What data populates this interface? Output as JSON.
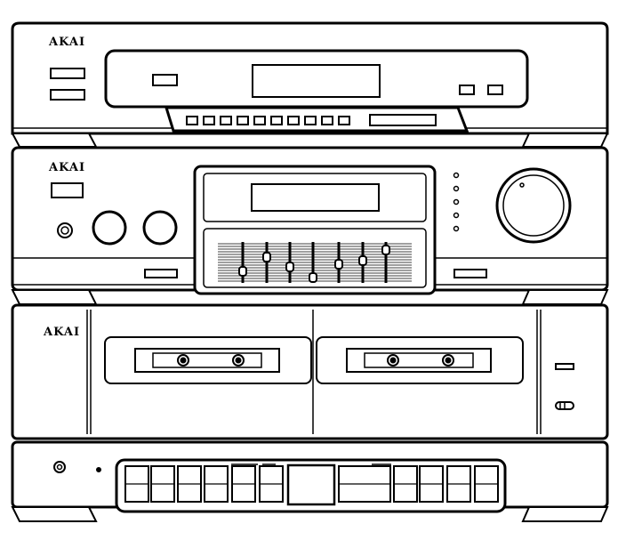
{
  "tuner": {
    "brand": "AKAI"
  },
  "amplifier": {
    "brand": "AKAI"
  },
  "cassette_deck": {
    "brand": "AKAI"
  },
  "eq": {
    "band_count": 7
  },
  "colors": {
    "line": "#000000",
    "fill": "#ffffff"
  }
}
